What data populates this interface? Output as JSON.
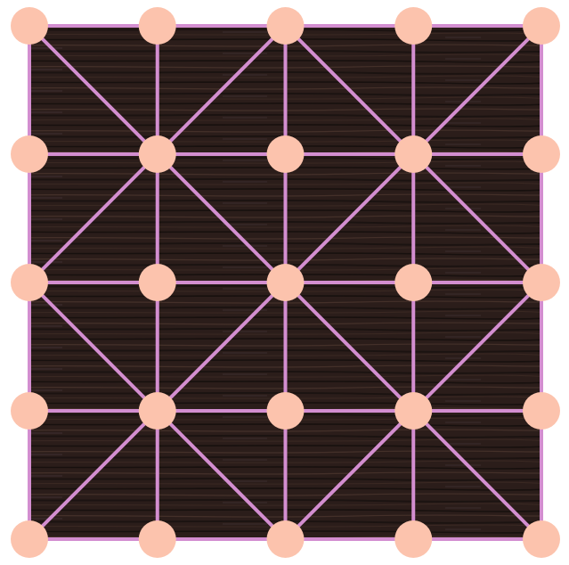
{
  "board": {
    "type": "alquerque-style grid",
    "grid_size": 5,
    "colors": {
      "board_background": "#2b1d1a",
      "board_wood_dark": "#1a1210",
      "board_wood_light": "#4a342d",
      "line": "#d38ed0",
      "point": "#fcc3ad"
    },
    "diagonals": [
      [
        0,
        0,
        1,
        1
      ],
      [
        1,
        1,
        2,
        2
      ],
      [
        0,
        2,
        1,
        1
      ],
      [
        1,
        1,
        2,
        0
      ],
      [
        2,
        0,
        3,
        1
      ],
      [
        3,
        1,
        4,
        0
      ],
      [
        3,
        1,
        4,
        2
      ],
      [
        2,
        2,
        3,
        1
      ],
      [
        0,
        2,
        1,
        3
      ],
      [
        1,
        3,
        2,
        2
      ],
      [
        0,
        4,
        1,
        3
      ],
      [
        1,
        3,
        2,
        4
      ],
      [
        2,
        2,
        3,
        3
      ],
      [
        3,
        3,
        4,
        2
      ],
      [
        2,
        4,
        3,
        3
      ],
      [
        3,
        3,
        4,
        4
      ]
    ]
  }
}
